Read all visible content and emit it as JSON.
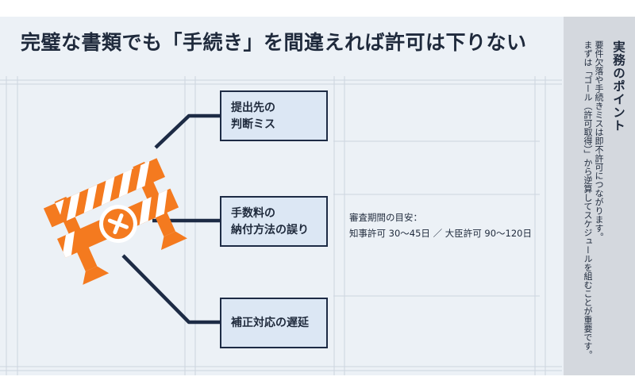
{
  "title": "完璧な書類でも「手続き」を間違えれば許可は下りない",
  "boxes": [
    {
      "label": "提出先の\n判断ミス"
    },
    {
      "label": "手数料の\n納付方法の誤り"
    },
    {
      "label": "補正対応の遅延"
    }
  ],
  "note": {
    "heading": "審査期間の目安：",
    "detail": "知事許可 30〜45日 ／ 大臣許可 90〜120日"
  },
  "side": {
    "title": "実務のポイント",
    "line1": "要件欠落や手続きミスは即不許可につながります。",
    "line2": "まずは「ゴール（許可取得）」から逆算してスケジュールを組むことが重要です。"
  },
  "colors": {
    "background": "#ecf1f6",
    "box_fill": "#dce7f4",
    "navy": "#1d2b45",
    "barrier_orange": "#f47a1f",
    "side_panel": "#d4d8de"
  }
}
